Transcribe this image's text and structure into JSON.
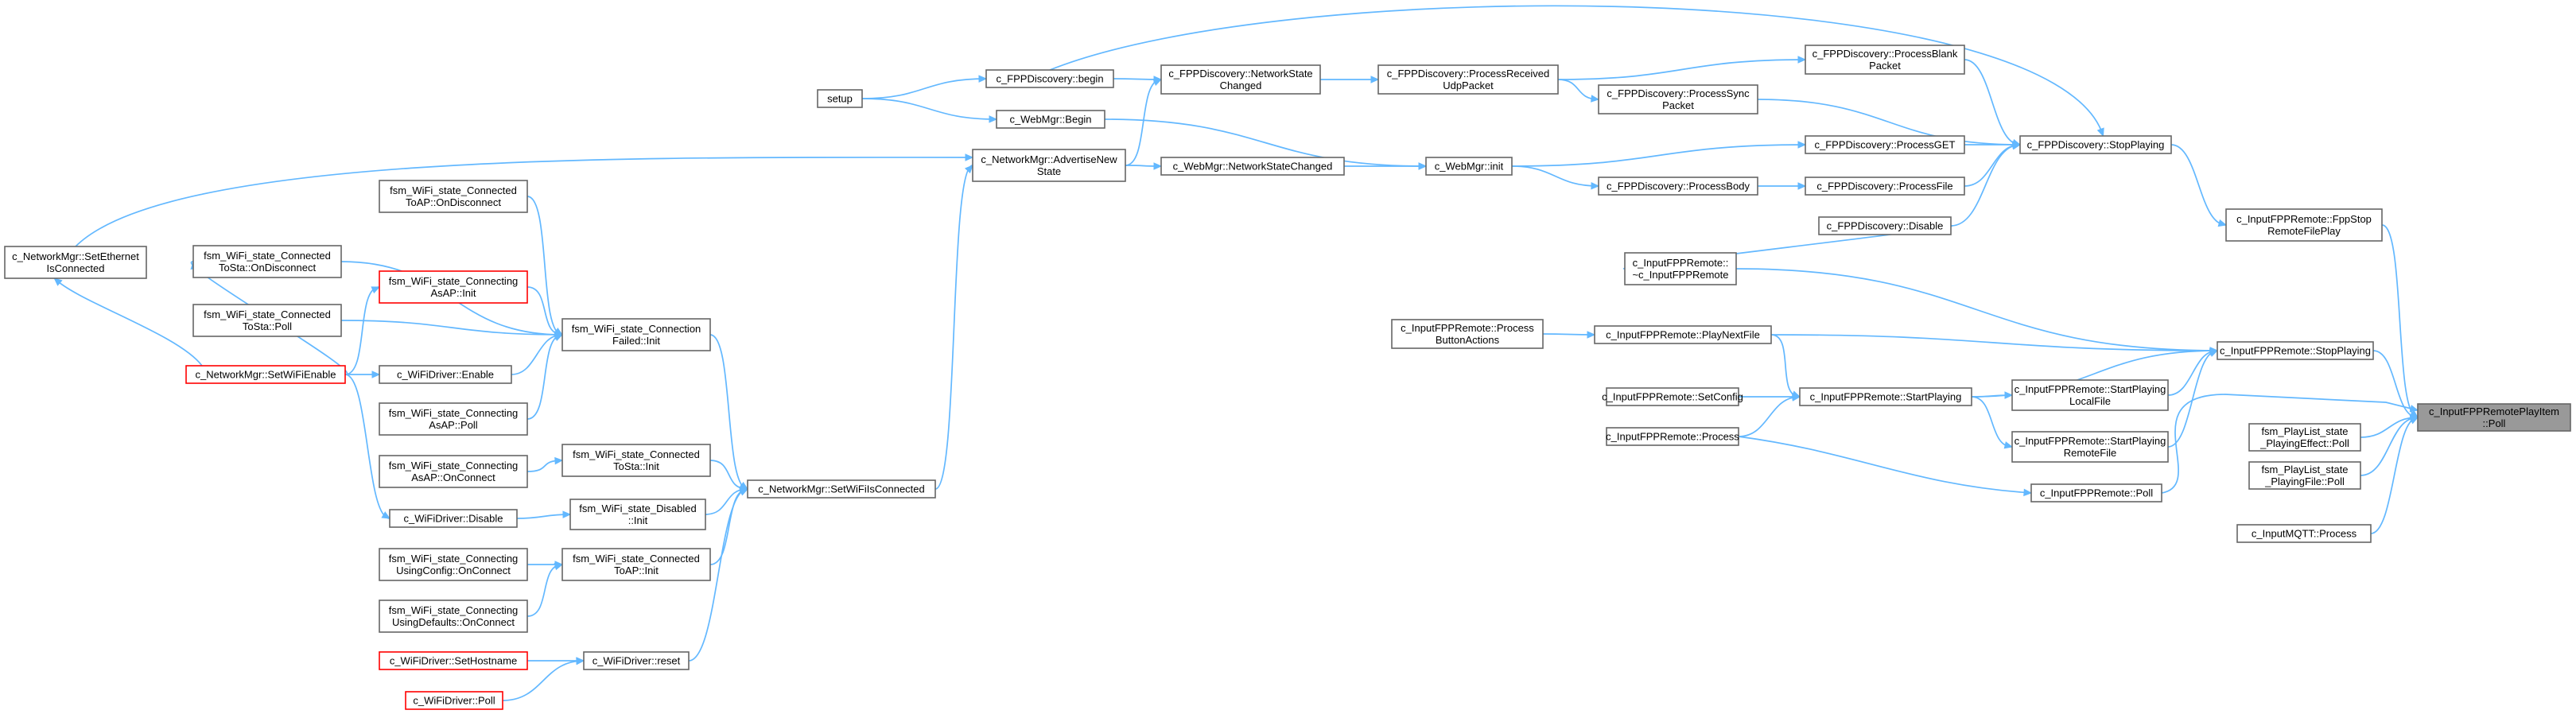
{
  "diagram": {
    "kind": "doxygen caller graph",
    "colors": {
      "edge": "#63b8ff",
      "node_border": "#666666",
      "node_border_truncated": "#ff0000",
      "focus_fill": "#999999",
      "background": "#ffffff"
    },
    "nodes": {
      "root": {
        "lines": [
          "c_InputFPPRemotePlayItem",
          "::Poll"
        ],
        "style": "focus"
      },
      "playlistEffect": {
        "lines": [
          "fsm_PlayList_state",
          "_PlayingEffect::Poll"
        ]
      },
      "playlistFile": {
        "lines": [
          "fsm_PlayList_state",
          "_PlayingFile::Poll"
        ]
      },
      "mqttProcess": {
        "lines": [
          "c_InputMQTT::Process"
        ]
      },
      "fppStopRemote": {
        "lines": [
          "c_InputFPPRemote::FppStop",
          "RemoteFilePlay"
        ]
      },
      "remoteStopPlaying": {
        "lines": [
          "c_InputFPPRemote::StopPlaying"
        ]
      },
      "remotePoll": {
        "lines": [
          "c_InputFPPRemote::Poll"
        ]
      },
      "discStopPlaying": {
        "lines": [
          "c_FPPDiscovery::StopPlaying"
        ]
      },
      "startLocal": {
        "lines": [
          "c_InputFPPRemote::StartPlaying",
          "LocalFile"
        ]
      },
      "startRemote": {
        "lines": [
          "c_InputFPPRemote::StartPlaying",
          "RemoteFile"
        ]
      },
      "processBlank": {
        "lines": [
          "c_FPPDiscovery::ProcessBlank",
          "Packet"
        ]
      },
      "processSync": {
        "lines": [
          "c_FPPDiscovery::ProcessSync",
          "Packet"
        ]
      },
      "processGET": {
        "lines": [
          "c_FPPDiscovery::ProcessGET"
        ]
      },
      "processFile": {
        "lines": [
          "c_FPPDiscovery::ProcessFile"
        ]
      },
      "processBody": {
        "lines": [
          "c_FPPDiscovery::ProcessBody"
        ]
      },
      "discDisable": {
        "lines": [
          "c_FPPDiscovery::Disable"
        ]
      },
      "remoteDtor": {
        "lines": [
          "c_InputFPPRemote::",
          "~c_InputFPPRemote"
        ]
      },
      "playNextFile": {
        "lines": [
          "c_InputFPPRemote::PlayNextFile"
        ]
      },
      "startPlaying": {
        "lines": [
          "c_InputFPPRemote::StartPlaying"
        ]
      },
      "setConfig": {
        "lines": [
          "c_InputFPPRemote::SetConfig"
        ]
      },
      "remoteProcess": {
        "lines": [
          "c_InputFPPRemote::Process"
        ]
      },
      "processButtons": {
        "lines": [
          "c_InputFPPRemote::Process",
          "ButtonActions"
        ]
      },
      "processReceived": {
        "lines": [
          "c_FPPDiscovery::ProcessReceived",
          "UdpPacket"
        ]
      },
      "discNetChanged": {
        "lines": [
          "c_FPPDiscovery::NetworkState",
          "Changed"
        ]
      },
      "discBegin": {
        "lines": [
          "c_FPPDiscovery::begin"
        ]
      },
      "webBegin": {
        "lines": [
          "c_WebMgr::Begin"
        ]
      },
      "webInit": {
        "lines": [
          "c_WebMgr::init"
        ]
      },
      "webNetChanged": {
        "lines": [
          "c_WebMgr::NetworkStateChanged"
        ]
      },
      "advertise": {
        "lines": [
          "c_NetworkMgr::AdvertiseNew",
          "State"
        ]
      },
      "setup": {
        "lines": [
          "setup"
        ]
      },
      "setWiFiConnected": {
        "lines": [
          "c_NetworkMgr::SetWiFiIsConnected"
        ]
      },
      "setEthernet": {
        "lines": [
          "c_NetworkMgr::SetEthernet",
          "IsConnected"
        ]
      },
      "connFailedInit": {
        "lines": [
          "fsm_WiFi_state_Connection",
          "Failed::Init"
        ]
      },
      "connToStaInit": {
        "lines": [
          "fsm_WiFi_state_Connected",
          "ToSta::Init"
        ]
      },
      "disabledInit": {
        "lines": [
          "fsm_WiFi_state_Disabled",
          "::Init"
        ]
      },
      "connToApInit": {
        "lines": [
          "fsm_WiFi_state_Connected",
          "ToAP::Init"
        ]
      },
      "wifiReset": {
        "lines": [
          "c_WiFiDriver::reset"
        ]
      },
      "toApOnDisconnect": {
        "lines": [
          "fsm_WiFi_state_Connected",
          "ToAP::OnDisconnect"
        ]
      },
      "toStaOnDisconnect": {
        "lines": [
          "fsm_WiFi_state_Connected",
          "ToSta::OnDisconnect"
        ]
      },
      "asApInit": {
        "lines": [
          "fsm_WiFi_state_Connecting",
          "AsAP::Init"
        ],
        "style": "red"
      },
      "toStaPoll": {
        "lines": [
          "fsm_WiFi_state_Connected",
          "ToSta::Poll"
        ]
      },
      "setWiFiEnable": {
        "lines": [
          "c_NetworkMgr::SetWiFiEnable"
        ],
        "style": "red"
      },
      "wifiEnable": {
        "lines": [
          "c_WiFiDriver::Enable"
        ]
      },
      "asApPoll": {
        "lines": [
          "fsm_WiFi_state_Connecting",
          "AsAP::Poll"
        ]
      },
      "asApOnConnect": {
        "lines": [
          "fsm_WiFi_state_Connecting",
          "AsAP::OnConnect"
        ]
      },
      "wifiDisable": {
        "lines": [
          "c_WiFiDriver::Disable"
        ]
      },
      "usingConfig": {
        "lines": [
          "fsm_WiFi_state_Connecting",
          "UsingConfig::OnConnect"
        ]
      },
      "usingDefaults": {
        "lines": [
          "fsm_WiFi_state_Connecting",
          "UsingDefaults::OnConnect"
        ]
      },
      "setHostname": {
        "lines": [
          "c_WiFiDriver::SetHostname"
        ],
        "style": "red"
      },
      "wifiPoll": {
        "lines": [
          "c_WiFiDriver::Poll"
        ],
        "style": "red"
      }
    }
  }
}
